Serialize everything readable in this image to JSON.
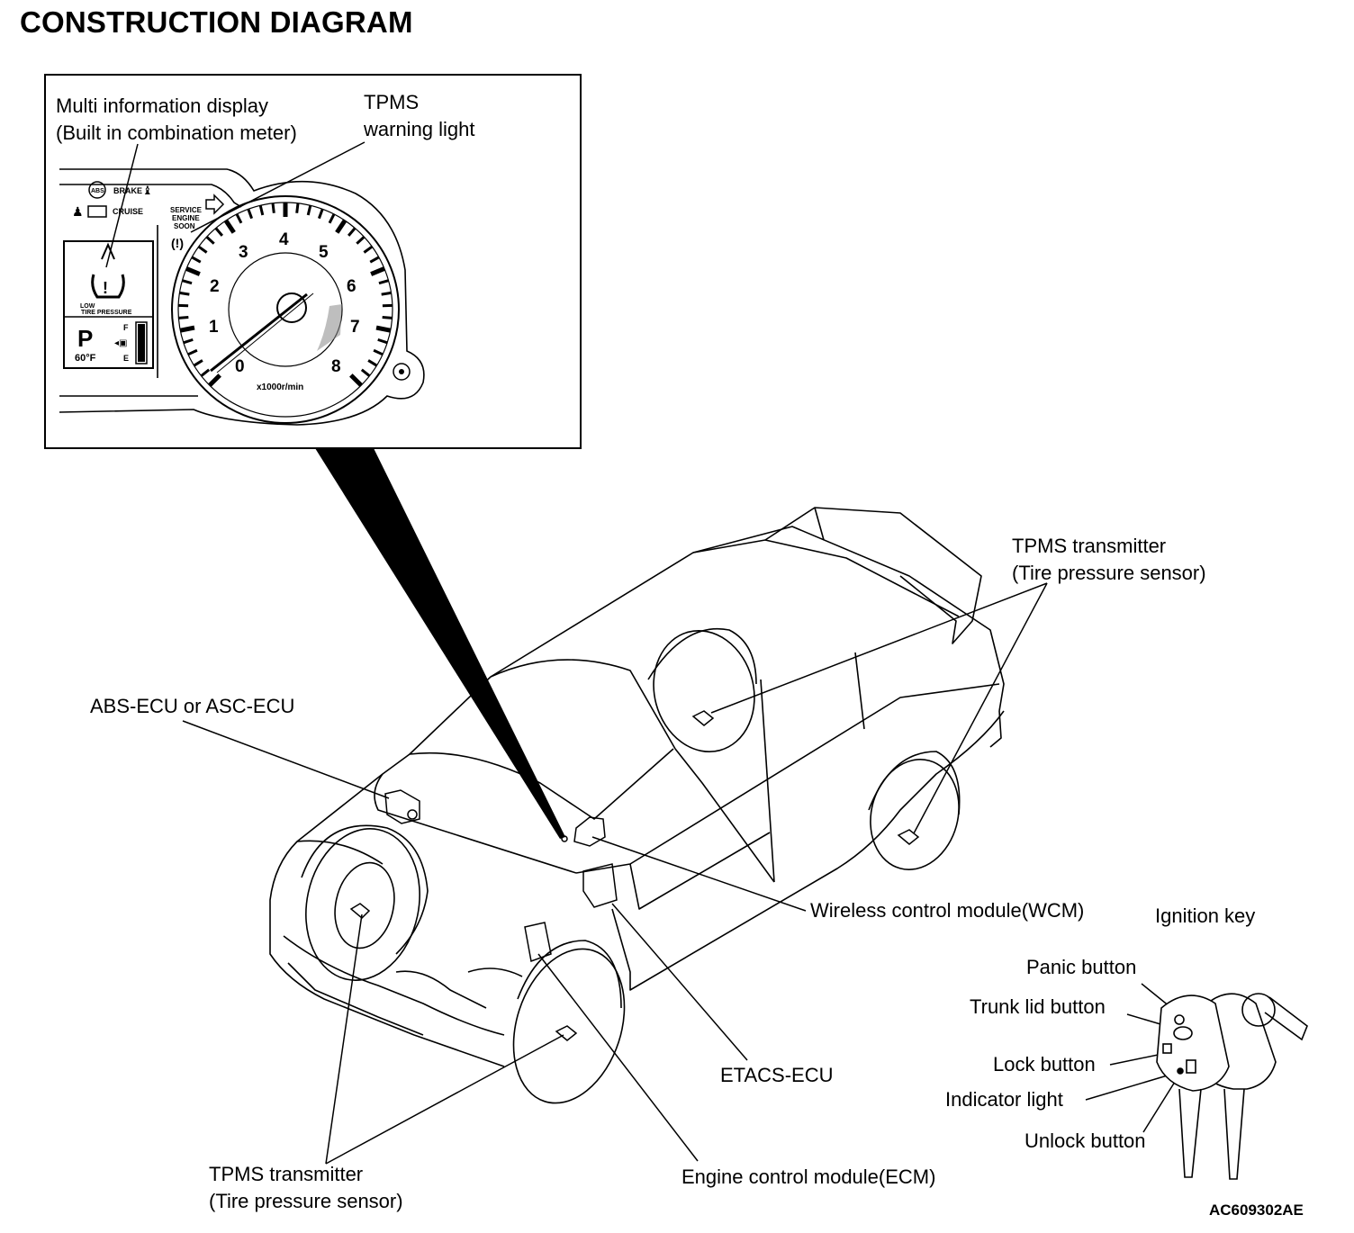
{
  "title": "CONSTRUCTION DIAGRAM",
  "inset": {
    "mid_label_line1": "Multi information display",
    "mid_label_line2": "(Built in combination meter)",
    "tpms_label_line1": "TPMS",
    "tpms_label_line2": "warning light",
    "indicators": {
      "brake": "BRAKE",
      "cruise": "CRUISE",
      "service1": "SERVICE",
      "service2": "ENGINE",
      "service3": "SOON",
      "abs": "ABS"
    },
    "display": {
      "low": "LOW",
      "tire_pressure": "TIRE PRESSURE",
      "gear": "P",
      "temp": "60°F",
      "fuel_full": "F",
      "fuel_empty": "E"
    },
    "gauge": {
      "numbers": [
        "0",
        "1",
        "2",
        "3",
        "4",
        "5",
        "6",
        "7",
        "8"
      ],
      "unit": "x1000r/min"
    }
  },
  "labels": {
    "tpms_rear_line1": "TPMS transmitter",
    "tpms_rear_line2": "(Tire pressure sensor)",
    "abs_ecu": "ABS-ECU or ASC-ECU",
    "wcm": "Wireless control module(WCM)",
    "ignition_key": "Ignition key",
    "panic": "Panic button",
    "trunk": "Trunk lid button",
    "lock": "Lock button",
    "indicator": "Indicator light",
    "unlock": "Unlock button",
    "etacs": "ETACS-ECU",
    "tpms_front_line1": "TPMS transmitter",
    "tpms_front_line2": "(Tire pressure sensor)",
    "ecm": "Engine control module(ECM)",
    "figure_id": "AC609302AE"
  }
}
